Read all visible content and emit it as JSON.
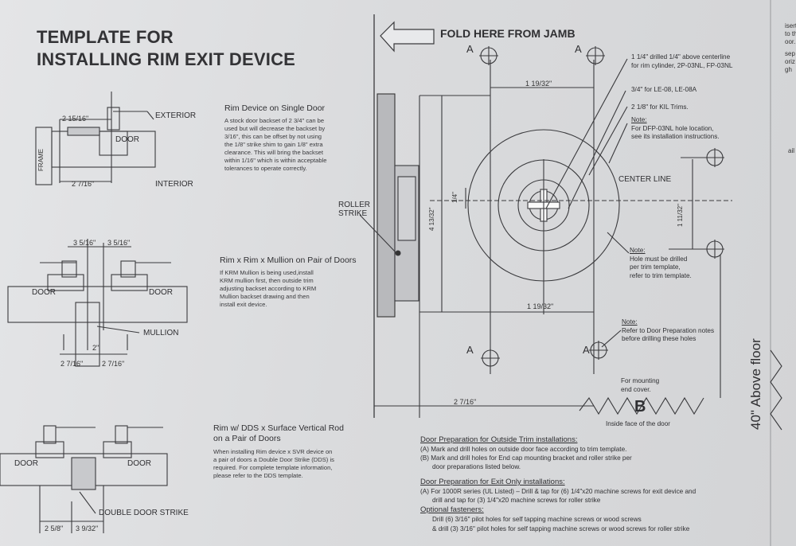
{
  "title": {
    "line1": "TEMPLATE FOR",
    "line2": "INSTALLING RIM EXIT DEVICE"
  },
  "fold_label": "FOLD HERE FROM JAMB",
  "section1": {
    "heading": "Rim Device on Single Door",
    "body": [
      "A stock door backset of 2 3/4\" can be",
      "used but will decrease the backset by",
      "3/16\", this can be offset by not using",
      "the 1/8\" strike shim to gain 1/8\" extra",
      "clearance. This will bring the backset",
      "within 1/16\" which is within acceptable",
      "tolerances to operate correctly."
    ],
    "dim_top": "2 15/16\"",
    "dim_bottom": "2 7/16\"",
    "exterior": "EXTERIOR",
    "interior": "INTERIOR",
    "door": "DOOR",
    "frame": "FRAME"
  },
  "section2": {
    "heading": "Rim x Rim x Mullion on Pair of Doors",
    "body": [
      "If KRM Mullion is being used,install",
      "KRM mullion first, then outside trim",
      "adjusting backset according to KRM",
      "Mullion backset drawing and then",
      "install exit device."
    ],
    "dim_left": "3 5/16\"",
    "dim_right": "3 5/16\"",
    "door_left": "DOOR",
    "door_right": "DOOR",
    "mullion": "MULLION",
    "dim_mid": "2\"",
    "dim_b1": "2 7/16\"",
    "dim_b2": "2 7/16\""
  },
  "section3": {
    "heading1": "Rim w/ DDS x Surface Vertical Rod",
    "heading2": "on a Pair of Doors",
    "body": [
      "When installing Rim device x SVR device on",
      "a pair of doors a Double Door Strike (DDS) is",
      "required. For complete template information,",
      "please refer to the DDS template."
    ],
    "door_left": "DOOR",
    "door_right": "DOOR",
    "strike": "DOUBLE DOOR STRIKE",
    "dim_b1": "2 5/8\"",
    "dim_b2": "3 9/32\""
  },
  "template": {
    "point_a": "A",
    "dim_top": "1 19/32\"",
    "dim_mid": "1 19/32\"",
    "dim_bottom": "2 7/16\"",
    "dim_vert": "4 13/32\"",
    "dim_quarter": "1/4\"",
    "dim_right": "1 11/32\"",
    "roller_strike": [
      "ROLLER",
      "STRIKE"
    ],
    "center_line": "CENTER LINE",
    "callout1": [
      "1 1/4\" drilled 1/4\" above centerline",
      "for rim cylinder, 2P-03NL, FP-03NL"
    ],
    "callout2": "3/4\" for LE-08, LE-08A",
    "callout3": "2 1/8\" for KIL Trims.",
    "note1": {
      "label": "Note:",
      "lines": [
        "For DFP-03NL hole location,",
        "see its installation instructions."
      ]
    },
    "note2": {
      "label": "Note:",
      "lines": [
        "Hole must be drilled",
        "per trim template,",
        "refer to trim template."
      ]
    },
    "note3": {
      "label": "Note:",
      "lines": [
        "Refer to Door Preparation notes",
        "before drilling these holes"
      ]
    },
    "mounting": [
      "For mounting",
      "end cover."
    ],
    "point_b": "B",
    "inside_face": "Inside face of the door",
    "floor": "40\" Above floor"
  },
  "prep": {
    "outside_heading": "Door Preparation for Outside Trim installations:",
    "outside_a": "(A) Mark and drill holes on outside door face according to trim template.",
    "outside_b1": "(B) Mark and drill holes for End cap mounting bracket and roller strike per",
    "outside_b2": "door preparations listed below.",
    "exit_heading": "Door Preparation for Exit Only installations:",
    "exit_a1": "(A) For 1000R series (UL Listed) – Drill & tap for (6) 1/4\"x20 machine screws for exit device and",
    "exit_a2": "drill and tap for (3) 1/4\"x20 machine screws for roller strike",
    "fasteners_heading": "Optional fasteners:",
    "fast1": "Drill (6) 3/16\" pilot holes for self tapping machine screws or wood screws",
    "fast2": "& drill (3) 3/16\" pilot holes for self tapping machine screws or wood screws for roller strike"
  },
  "right_edge": [
    "isert",
    "to th",
    "oor.",
    "sep",
    "oriz",
    "gh",
    "ail"
  ]
}
